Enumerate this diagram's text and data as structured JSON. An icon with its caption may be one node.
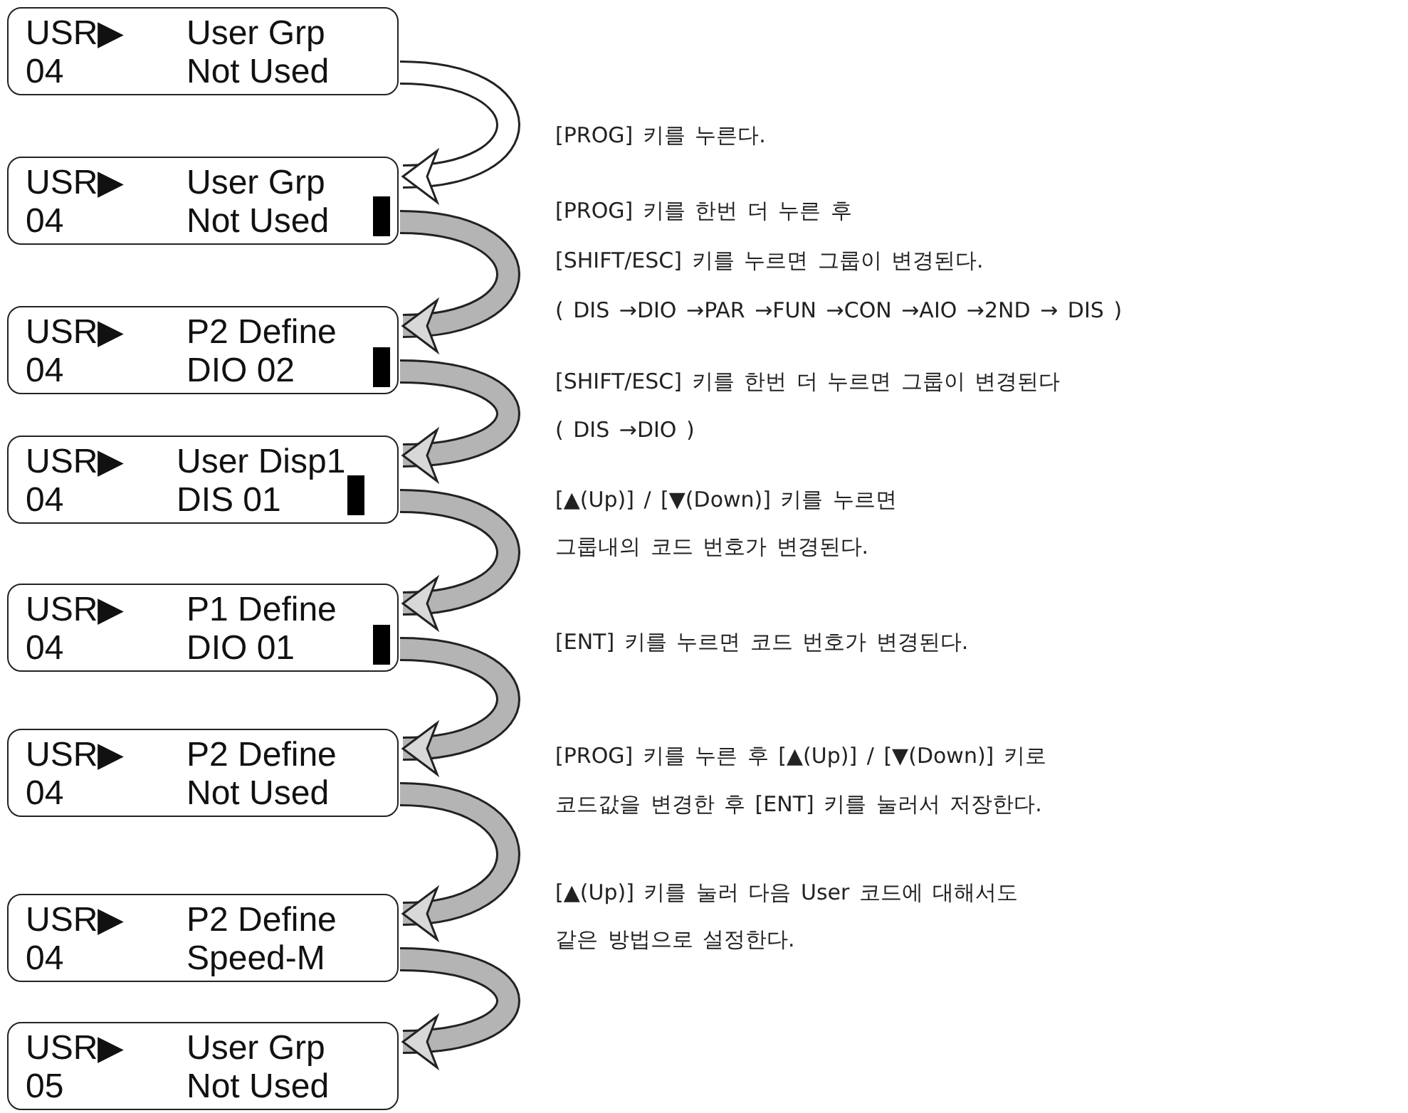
{
  "diagram": {
    "nodes": [
      {
        "text": [
          "USR▶",
          "User Grp",
          "04",
          "Not Used"
        ]
      },
      {
        "text": [
          "USR▶",
          "User Grp",
          "04",
          "Not Used"
        ]
      },
      {
        "text": [
          "USR▶",
          "P2 Define",
          "04",
          "DIO 02"
        ]
      },
      {
        "text": [
          "USR▶",
          "User Disp1",
          "04",
          "DIS 01"
        ]
      },
      {
        "text": [
          "USR▶",
          "P1 Define",
          "04",
          "DIO 01"
        ]
      },
      {
        "text": [
          "USR▶",
          "P2 Define",
          "04",
          "Not Used"
        ]
      },
      {
        "text": [
          "USR▶",
          "P2 Define",
          "04",
          "Speed-M"
        ]
      },
      {
        "text": [
          "USR▶",
          "User Grp",
          "05",
          "Not Used"
        ]
      }
    ],
    "edges": [
      {
        "from": 0,
        "to": 1,
        "arrow": "to",
        "color": "#ffffff"
      },
      {
        "from": 1,
        "to": 2,
        "arrow": "to"
      },
      {
        "from": 2,
        "to": 3,
        "arrow": "to"
      },
      {
        "from": 3,
        "to": 4,
        "arrow": "to"
      },
      {
        "from": 4,
        "to": 5,
        "arrow": "to"
      },
      {
        "from": 5,
        "to": 6,
        "arrow": "to"
      },
      {
        "from": 6,
        "to": 7,
        "arrow": "to"
      }
    ],
    "labels": [
      "[PROG] 키를 누른다.",
      "[PROG] 키를 한번 더 누른 후",
      "[SHIFT/ESC] 키를 누르면 그룹이 변경된다.",
      "( DIS →DIO →PAR →FUN →CON →AIO →2ND → DIS )",
      "[SHIFT/ESC] 키를 한번 더 누르면 그룹이 변경된다",
      "( DIS →DIO )",
      "[▲(Up)] / [▼(Down)] 키를 누르면",
      "그룹내의 코드 번호가 변경된다.",
      "[ENT] 키를 누르면 코드 번호가 변경된다.",
      "[PROG] 키를 누른 후 [▲(Up)] / [▼(Down)] 키로",
      "코드값을 변경한 후 [ENT] 키를 눌러서 저장한다.",
      "[▲(Up)] 키를 눌러 다음 User 코드에 대해서도",
      "같은 방법으로 설정한다."
    ]
  }
}
